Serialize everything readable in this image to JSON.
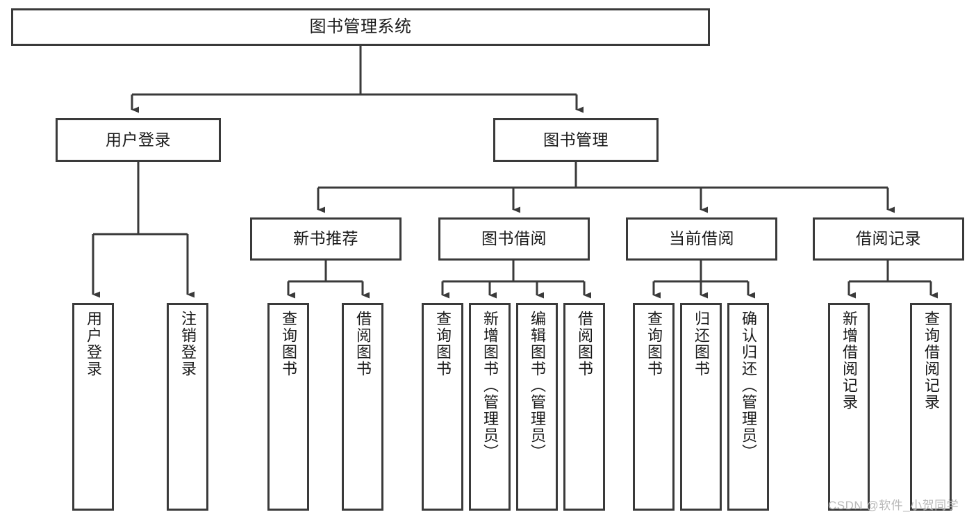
{
  "diagram": {
    "title": "图书管理系统",
    "type": "tree",
    "watermark": "CSDN @软件_小贺同学",
    "nodes": {
      "root": {
        "label": "图书管理系统"
      },
      "level2": [
        {
          "id": "user-login",
          "label": "用户登录"
        },
        {
          "id": "book-management",
          "label": "图书管理"
        }
      ],
      "level3": [
        {
          "id": "new-book-recommend",
          "label": "新书推荐"
        },
        {
          "id": "book-borrow",
          "label": "图书借阅"
        },
        {
          "id": "current-borrow",
          "label": "当前借阅"
        },
        {
          "id": "borrow-record",
          "label": "借阅记录"
        }
      ],
      "leaves": {
        "user_login": [
          {
            "id": "leaf-user-login",
            "label": "用户登录"
          },
          {
            "id": "leaf-logout-login",
            "label": "注销登录"
          }
        ],
        "new_book_recommend": [
          {
            "id": "leaf-query-book-1",
            "label": "查询图书"
          },
          {
            "id": "leaf-borrow-book-1",
            "label": "借阅图书"
          }
        ],
        "book_borrow": [
          {
            "id": "leaf-query-book-2",
            "label": "查询图书"
          },
          {
            "id": "leaf-add-book",
            "label": "新增图书（管理员）"
          },
          {
            "id": "leaf-edit-book",
            "label": "编辑图书（管理员）"
          },
          {
            "id": "leaf-borrow-book-2",
            "label": "借阅图书"
          }
        ],
        "current_borrow": [
          {
            "id": "leaf-query-book-3",
            "label": "查询图书"
          },
          {
            "id": "leaf-return-book",
            "label": "归还图书"
          },
          {
            "id": "leaf-confirm-return",
            "label": "确认归还（管理员）"
          }
        ],
        "borrow_record": [
          {
            "id": "leaf-add-record",
            "label": "新增借阅记录"
          },
          {
            "id": "leaf-query-record",
            "label": "查询借阅记录"
          }
        ]
      }
    },
    "colors": {
      "stroke": "#3a3a3a",
      "fill": "#ffffff",
      "text": "#1a1a1a",
      "watermark": "#b9b9b9"
    }
  }
}
